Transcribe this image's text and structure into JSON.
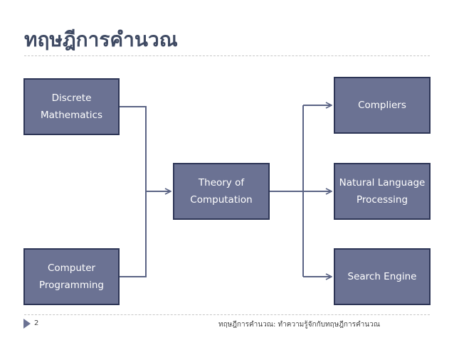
{
  "slide": {
    "title": "ทฤษฎีการคำนวณ",
    "page_number": "2",
    "footer": "ทฤษฎีการคำนวณ: ทำความรู้จักกับทฤษฎีการคำนวณ"
  },
  "diagram": {
    "inputs": [
      {
        "lines": [
          "Discrete",
          "Mathematics"
        ]
      },
      {
        "lines": [
          "Computer",
          "Programming"
        ]
      }
    ],
    "center": {
      "lines": [
        "Theory of",
        "Computation"
      ]
    },
    "outputs": [
      {
        "lines": [
          "Compliers"
        ]
      },
      {
        "lines": [
          "Natural Language",
          "Processing"
        ]
      },
      {
        "lines": [
          "Search Engine"
        ]
      }
    ]
  },
  "colors": {
    "box_fill": "#6b7293",
    "box_border": "#2d3556",
    "connector": "#5a6384",
    "title": "#3f4a63"
  }
}
